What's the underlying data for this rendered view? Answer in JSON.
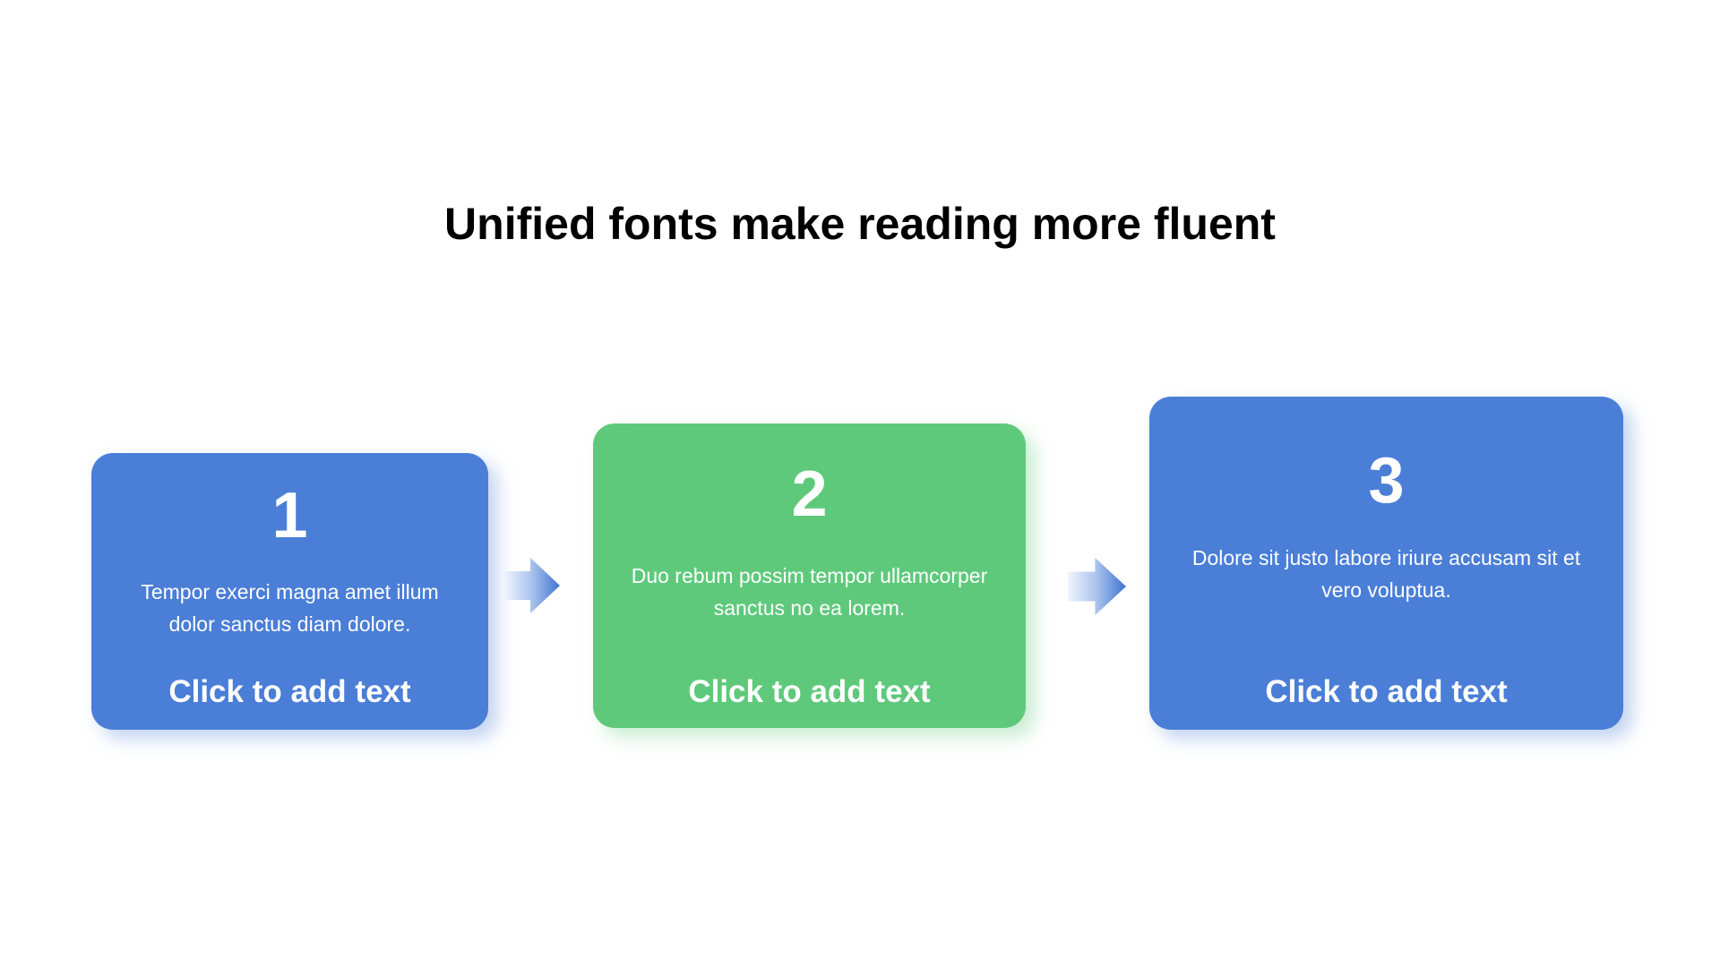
{
  "slide": {
    "title": "Unified fonts make reading more fluent",
    "title_color": "#000000",
    "background": "#ffffff",
    "steps": [
      {
        "number": "1",
        "description": "Tempor exerci magna amet illum dolor sanctus diam dolore.",
        "cta": "Click to add text",
        "color": "#4a7ed7",
        "text_color": "#ffffff"
      },
      {
        "number": "2",
        "description": "Duo rebum possim tempor ullamcorper sanctus no ea lorem.",
        "cta": "Click to add text",
        "color": "#5ec97b",
        "text_color": "#ffffff"
      },
      {
        "number": "3",
        "description": "Dolore sit justo labore iriure accusam sit et vero voluptua.",
        "cta": "Click to add text",
        "color": "#4a7ed7",
        "text_color": "#ffffff"
      }
    ],
    "arrow": {
      "gradient_start": "#f0f5fd",
      "gradient_mid": "#a9c2ec",
      "gradient_end": "#3e73d1"
    }
  }
}
